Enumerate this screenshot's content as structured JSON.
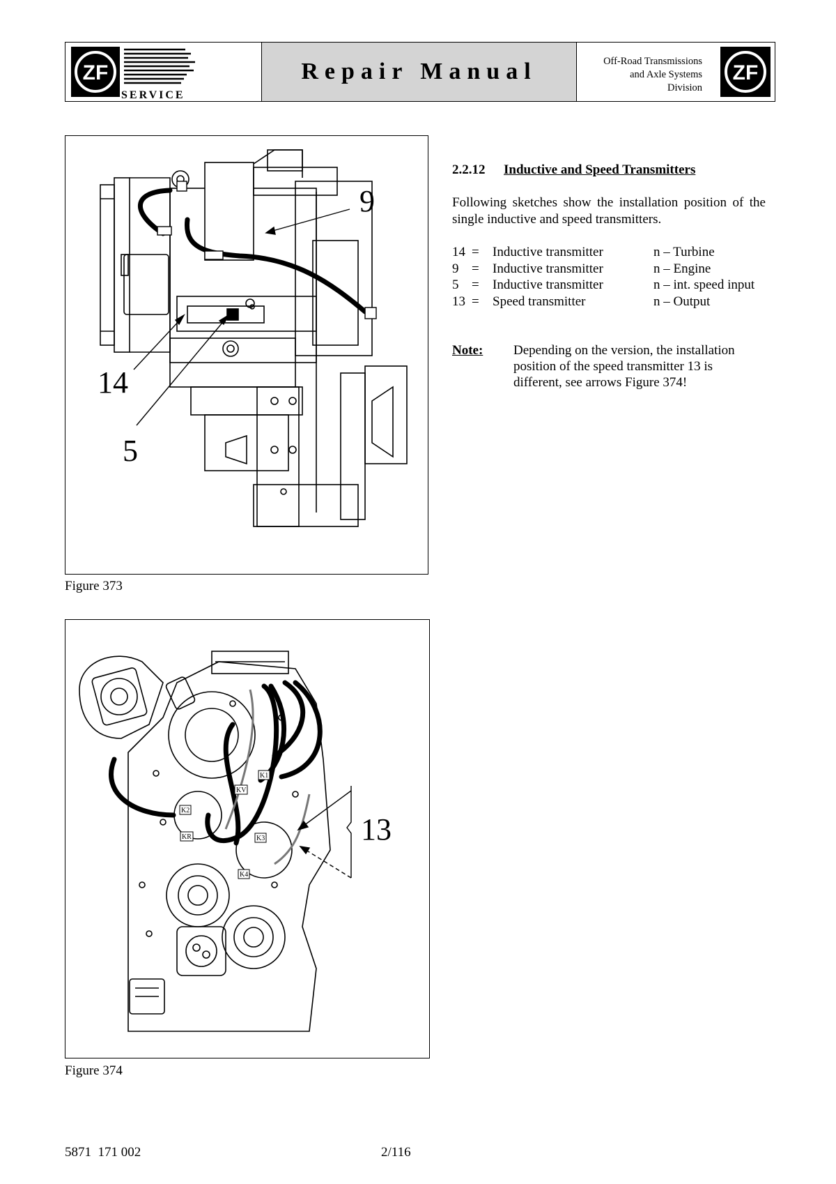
{
  "header": {
    "logo_text": "ZF",
    "service_label": "SERVICE",
    "title": "Repair Manual",
    "division_line1": "Off-Road Transmissions",
    "division_line2": "and Axle Systems",
    "division_line3": "Division"
  },
  "figures": [
    {
      "caption": "Figure 373",
      "callouts": [
        "9",
        "14",
        "5"
      ]
    },
    {
      "caption": "Figure 374",
      "callouts": [
        "13"
      ],
      "part_labels": [
        "K1",
        "KV",
        "K2",
        "KR",
        "K3",
        "K4"
      ]
    }
  ],
  "section": {
    "number": "2.2.12",
    "title": "Inductive and Speed Transmitters",
    "intro": "Following sketches show the installation position of the single inductive and speed transmitters."
  },
  "legend": [
    {
      "num": "14",
      "eq": "=",
      "desc": "Inductive transmitter",
      "value": "n – Turbine"
    },
    {
      "num": "9",
      "eq": "=",
      "desc": "Inductive transmitter",
      "value": "n – Engine"
    },
    {
      "num": "5",
      "eq": "=",
      "desc": "Inductive transmitter",
      "value": "n – int. speed input"
    },
    {
      "num": "13",
      "eq": "=",
      "desc": "Speed transmitter",
      "value": "n – Output"
    }
  ],
  "note": {
    "label": "Note:",
    "text": "Depending on the version, the installation position of the speed transmitter 13 is different, see arrows Figure 374!"
  },
  "footer": {
    "doc_number": "5871  171 002",
    "page": "2/116"
  }
}
